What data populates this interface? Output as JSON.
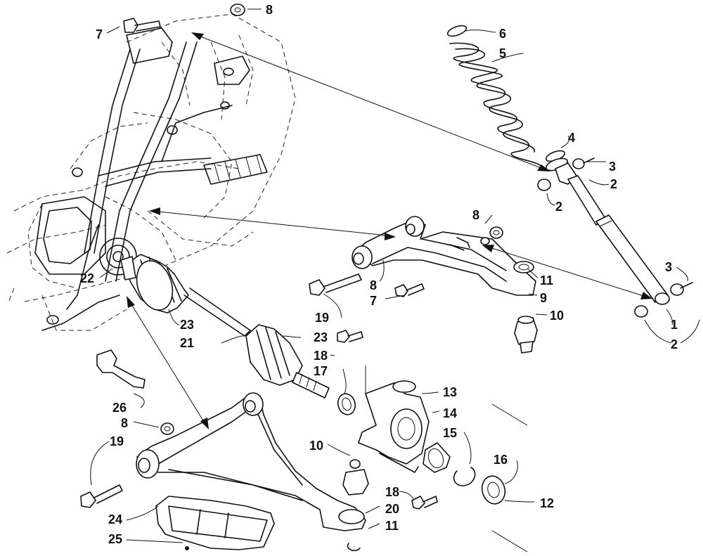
{
  "callouts": [
    {
      "num": "8"
    },
    {
      "num": "7"
    },
    {
      "num": "6"
    },
    {
      "num": "5"
    },
    {
      "num": "4"
    },
    {
      "num": "3"
    },
    {
      "num": "2"
    },
    {
      "num": "2"
    },
    {
      "num": "8"
    },
    {
      "num": "11"
    },
    {
      "num": "9"
    },
    {
      "num": "8"
    },
    {
      "num": "7"
    },
    {
      "num": "10"
    },
    {
      "num": "3"
    },
    {
      "num": "1"
    },
    {
      "num": "2"
    },
    {
      "num": "22"
    },
    {
      "num": "19"
    },
    {
      "num": "23"
    },
    {
      "num": "21"
    },
    {
      "num": "23"
    },
    {
      "num": "18"
    },
    {
      "num": "17"
    },
    {
      "num": "13"
    },
    {
      "num": "14"
    },
    {
      "num": "15"
    },
    {
      "num": "26"
    },
    {
      "num": "8"
    },
    {
      "num": "19"
    },
    {
      "num": "10"
    },
    {
      "num": "16"
    },
    {
      "num": "12"
    },
    {
      "num": "18"
    },
    {
      "num": "20"
    },
    {
      "num": "24"
    },
    {
      "num": "11"
    },
    {
      "num": "25"
    }
  ]
}
